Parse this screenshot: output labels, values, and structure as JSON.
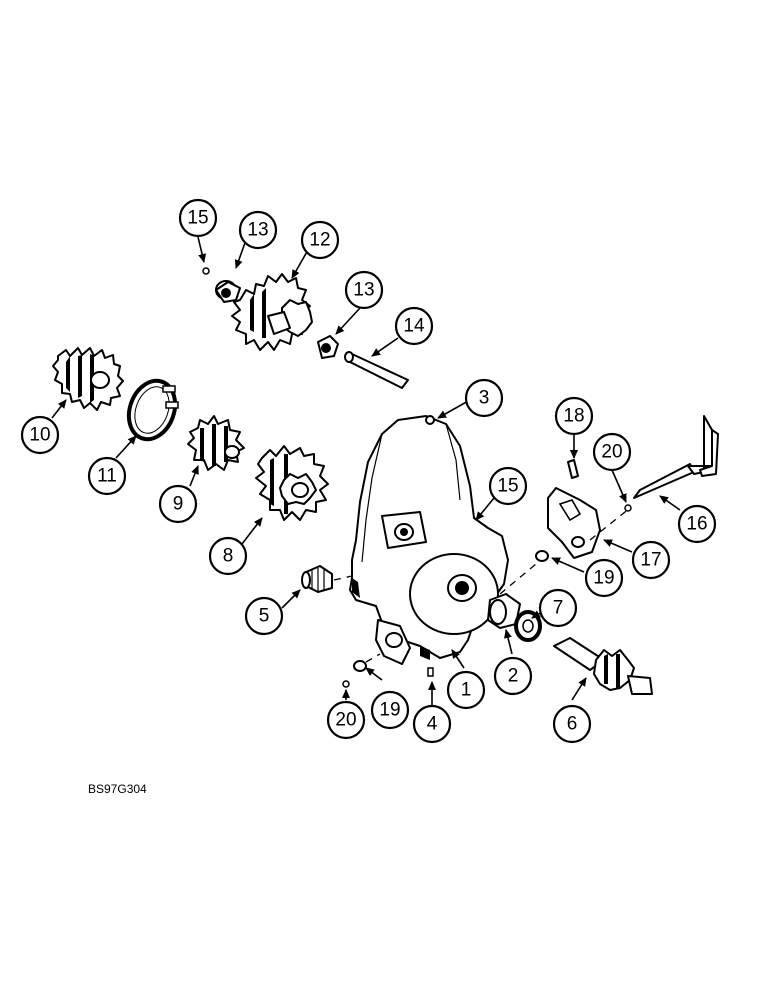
{
  "figure": {
    "reference_code": "BS97G304",
    "callouts": [
      {
        "id": "c1",
        "label": "1"
      },
      {
        "id": "c2",
        "label": "2"
      },
      {
        "id": "c3",
        "label": "3"
      },
      {
        "id": "c4",
        "label": "4"
      },
      {
        "id": "c5",
        "label": "5"
      },
      {
        "id": "c6",
        "label": "6"
      },
      {
        "id": "c7",
        "label": "7"
      },
      {
        "id": "c8",
        "label": "8"
      },
      {
        "id": "c9",
        "label": "9"
      },
      {
        "id": "c10",
        "label": "10"
      },
      {
        "id": "c11",
        "label": "11"
      },
      {
        "id": "c12",
        "label": "12"
      },
      {
        "id": "c13a",
        "label": "13"
      },
      {
        "id": "c13b",
        "label": "13"
      },
      {
        "id": "c14",
        "label": "14"
      },
      {
        "id": "c15a",
        "label": "15"
      },
      {
        "id": "c15b",
        "label": "15"
      },
      {
        "id": "c16",
        "label": "16"
      },
      {
        "id": "c17",
        "label": "17"
      },
      {
        "id": "c18",
        "label": "18"
      },
      {
        "id": "c19a",
        "label": "19"
      },
      {
        "id": "c19b",
        "label": "19"
      },
      {
        "id": "c20a",
        "label": "20"
      },
      {
        "id": "c20b",
        "label": "20"
      }
    ]
  }
}
